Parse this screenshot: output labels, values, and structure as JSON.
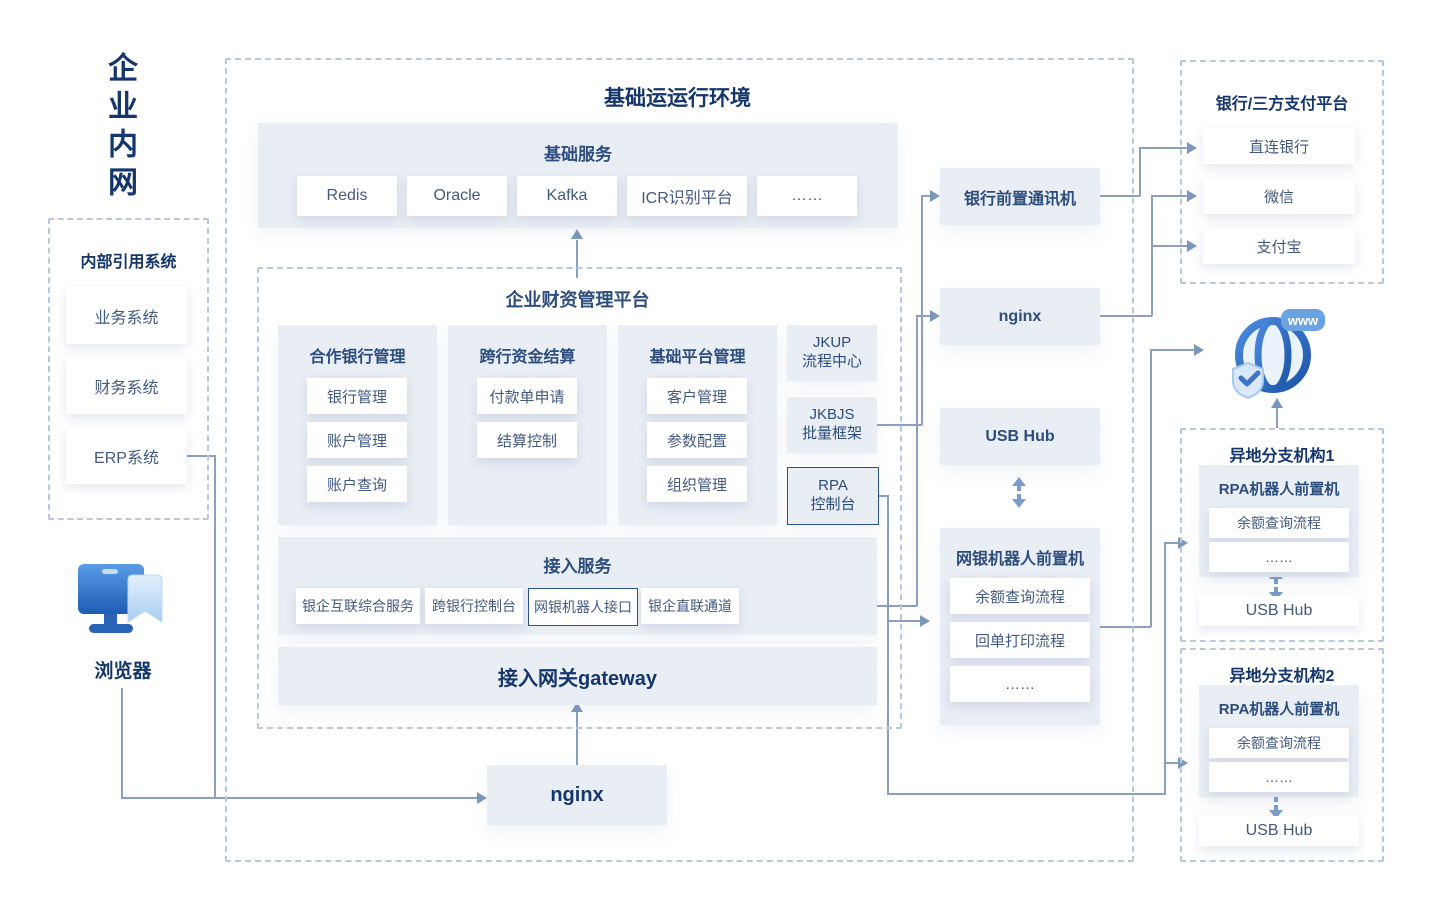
{
  "left": {
    "intranet_title": "企业内网",
    "internal_systems": {
      "title": "内部引用系统",
      "items": [
        "业务系统",
        "财务系统",
        "ERP系统"
      ]
    },
    "browser_label": "浏览器"
  },
  "main": {
    "title": "基础运运行环境",
    "base_services": {
      "title": "基础服务",
      "items": [
        "Redis",
        "Oracle",
        "Kafka",
        "ICR识别平台",
        "……"
      ]
    },
    "platform": {
      "title": "企业财资管理平台",
      "groups": [
        {
          "title": "合作银行管理",
          "items": [
            "银行管理",
            "账户管理",
            "账户查询"
          ]
        },
        {
          "title": "跨行资金结算",
          "items": [
            "付款单申请",
            "结算控制"
          ]
        },
        {
          "title": "基础平台管理",
          "items": [
            "客户管理",
            "参数配置",
            "组织管理"
          ]
        }
      ],
      "modules": [
        {
          "line1": "JKUP",
          "line2": "流程中心"
        },
        {
          "line1": "JKBJS",
          "line2": "批量框架"
        },
        {
          "line1": "RPA",
          "line2": "控制台"
        }
      ],
      "access": {
        "title": "接入服务",
        "items": [
          "银企互联综合服务",
          "跨银行控制台",
          "网银机器人接口",
          "银企直联通道"
        ]
      },
      "gateway": "接入网关gateway"
    },
    "nginx": "nginx"
  },
  "middle": {
    "bank_front": "银行前置通讯机",
    "nginx": "nginx",
    "usb_hub": "USB Hub",
    "robot_front": {
      "title": "网银机器人前置机",
      "items": [
        "余额查询流程",
        "回单打印流程",
        "……"
      ]
    }
  },
  "right": {
    "payments": {
      "title": "银行/三方支付平台",
      "items": [
        "直连银行",
        "微信",
        "支付宝"
      ]
    },
    "globe_badge": "www",
    "branches": [
      {
        "title": "异地分支机构1",
        "front_title": "RPA机器人前置机",
        "items": [
          "余额查询流程",
          "……"
        ],
        "usb_hub": "USB Hub"
      },
      {
        "title": "异地分支机构2",
        "front_title": "RPA机器人前置机",
        "items": [
          "余额查询流程",
          "……"
        ],
        "usb_hub": "USB Hub"
      }
    ]
  },
  "colors": {
    "navy": "#14366b",
    "title_blue": "#2d4d7d",
    "chip_text": "#435a80",
    "box_fill": "#e9edf4",
    "line": "#8ba0c0",
    "arrow": "#7d97bc",
    "dash_border": "#b9c9dd",
    "accent_border": "#2a5390"
  }
}
